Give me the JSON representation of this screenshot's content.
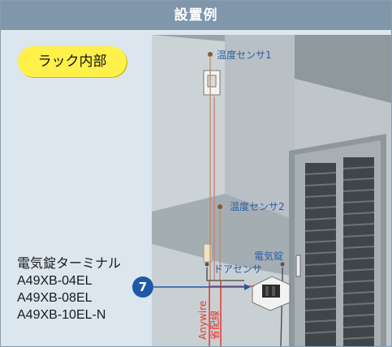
{
  "header": {
    "title": "設置例"
  },
  "rack_label": "ラック内部",
  "sensors": {
    "temp_sensor_1": "温度センサ1",
    "temp_sensor_2": "温度センサ2",
    "door_sensor": "ドアセンサ",
    "electric_lock": "電気錠"
  },
  "cables": {
    "anywire": "Anywire",
    "power_line": "省配線"
  },
  "part": {
    "name": "電気錠ターミナル",
    "models": [
      "A49XB-04EL",
      "A49XB-08EL",
      "A49XB-10EL-N"
    ]
  },
  "callout_number": "7",
  "colors": {
    "header_bg": "#7f96ab",
    "badge": "#1d5aa5",
    "label_text": "#2a5fa8",
    "cable_red": "#e8362b",
    "highlight": "#fff04a"
  }
}
